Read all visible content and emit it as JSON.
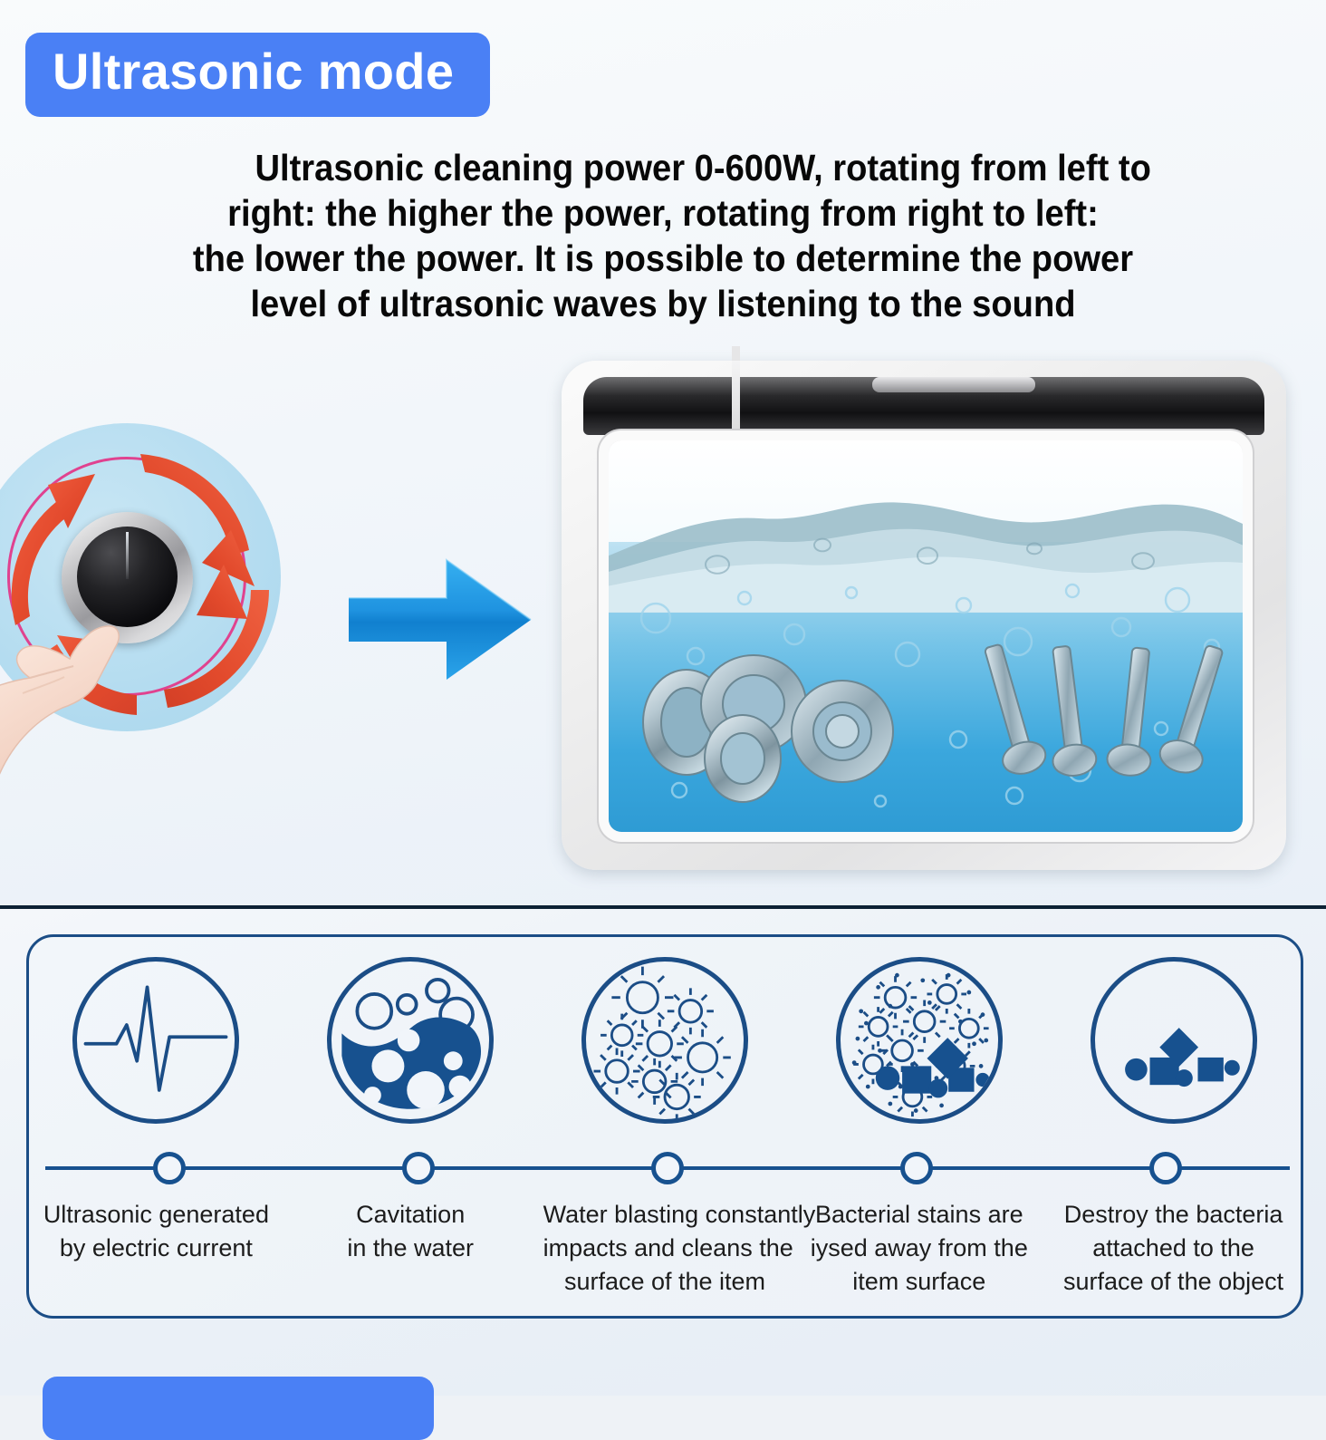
{
  "header": {
    "badge_label": "Ultrasonic mode",
    "badge_color": "#4a80f5",
    "paragraph_lines": [
      "Ultrasonic cleaning power 0-600W, rotating from left to",
      "right: the higher the power, rotating from right to left:",
      "the lower the power. It is possible to determine the power",
      "level of ultrasonic waves by listening to the sound"
    ]
  },
  "illustration": {
    "knob_label": "rotary-power-knob",
    "knob_bg_color": "#b4dcf0",
    "knob_ring_color": "#e0428f",
    "rotation_arrow_color": "#e04a32",
    "flow_arrow_color": "#1f93e0",
    "tank_label": "ultrasonic-cleaner-tank",
    "tank_contents": "ball bearings and screws submerged in water"
  },
  "process": {
    "accent_color": "#1b4d86",
    "steps": [
      {
        "icon": "waveform-icon",
        "caption_lines": [
          "Ultrasonic generated",
          "by electric current"
        ]
      },
      {
        "icon": "cavitation-bubbles-icon",
        "caption_lines": [
          "Cavitation",
          "in the water"
        ]
      },
      {
        "icon": "germs-icon",
        "caption_lines": [
          "Water blasting constantly",
          "impacts and cleans the",
          "surface of the item"
        ]
      },
      {
        "icon": "germs-with-particles-icon",
        "caption_lines": [
          "Bacterial stains are",
          "iysed away from the",
          "item surface"
        ]
      },
      {
        "icon": "destroyed-bacteria-icon",
        "caption_lines": [
          "Destroy the bacteria",
          "attached to the",
          "surface of the object"
        ]
      }
    ]
  },
  "footer": {
    "next_badge_color": "#4a80f5"
  }
}
